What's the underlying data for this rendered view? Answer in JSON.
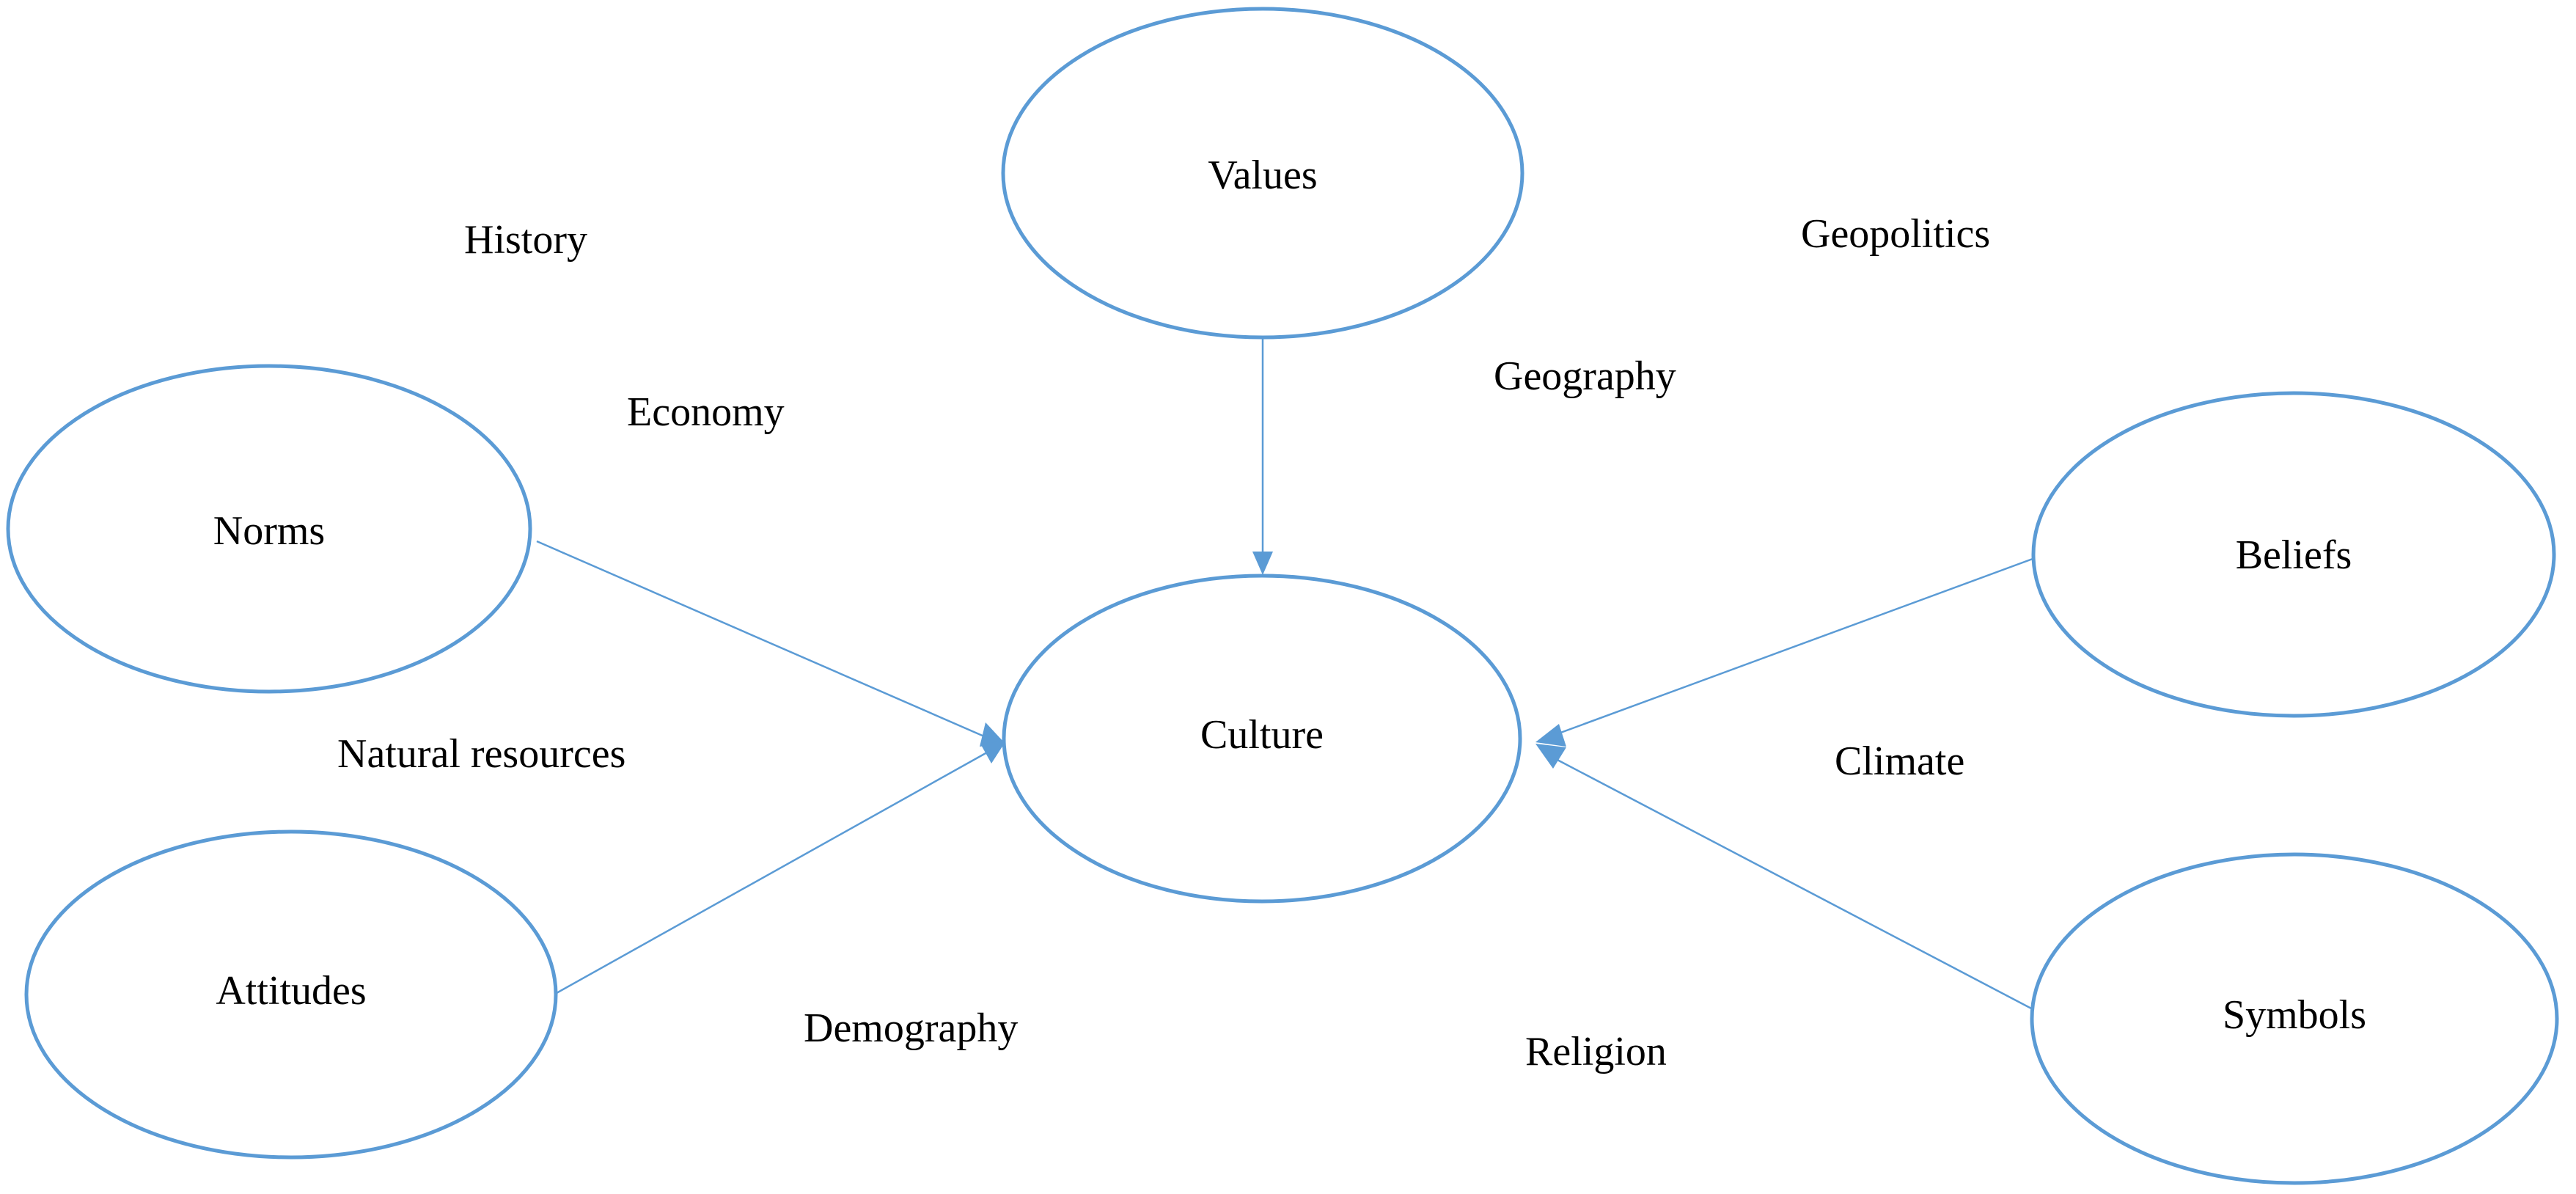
{
  "diagram": {
    "center": {
      "label": "Culture"
    },
    "nodes": [
      {
        "key": "values",
        "label": "Values"
      },
      {
        "key": "norms",
        "label": "Norms"
      },
      {
        "key": "attitudes",
        "label": "Attitudes"
      },
      {
        "key": "beliefs",
        "label": "Beliefs"
      },
      {
        "key": "symbols",
        "label": "Symbols"
      }
    ],
    "factors": [
      "History",
      "Economy",
      "Natural resources",
      "Demography",
      "Geopolitics",
      "Geography",
      "Climate",
      "Religion"
    ],
    "colors": {
      "outline": "#5b9bd5",
      "text": "#000000",
      "background": "#ffffff"
    }
  }
}
